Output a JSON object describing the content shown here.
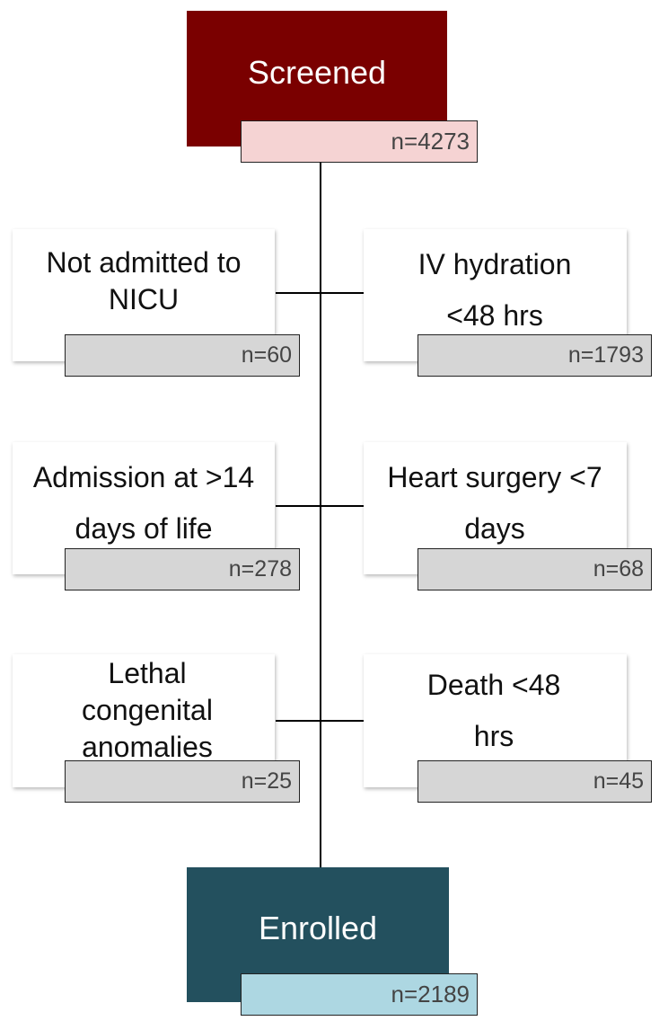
{
  "screened": {
    "label": "Screened",
    "count": "n=4273"
  },
  "enrolled": {
    "label": "Enrolled",
    "count": "n=2189"
  },
  "exclusions": [
    {
      "label": "Not admitted to NICU",
      "count": "n=60"
    },
    {
      "label": "IV hydration <48 hrs",
      "count": "n=1793"
    },
    {
      "label": "Admission at >14 days of life",
      "count": "n=278"
    },
    {
      "label": "Heart surgery <7 days",
      "count": "n=68"
    },
    {
      "label": "Lethal congenital anomalies",
      "count": "n=25"
    },
    {
      "label": "Death <48 hrs",
      "count": "n=45"
    }
  ],
  "colors": {
    "screened_fill": "#7a0000",
    "screened_count_fill": "#f5d3d3",
    "enrolled_fill": "#23505e",
    "enrolled_count_fill": "#add7e2",
    "exclusion_count_fill": "#d6d6d6"
  }
}
